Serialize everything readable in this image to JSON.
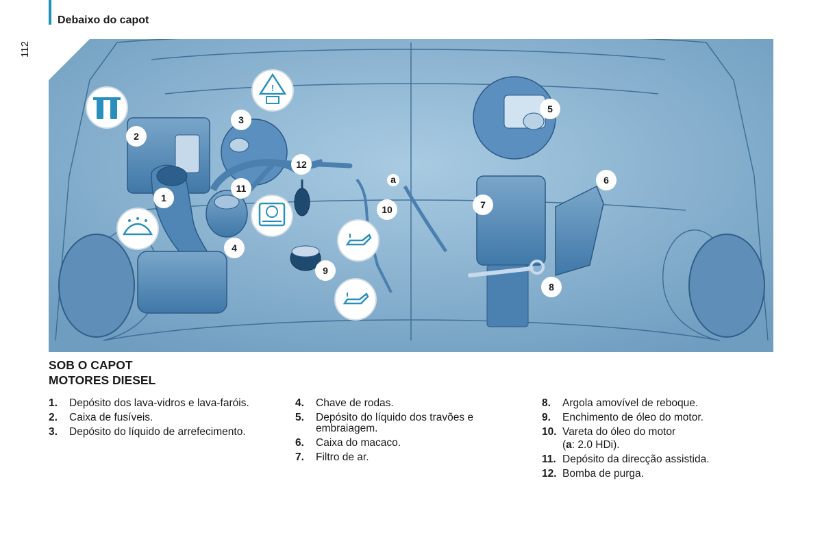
{
  "header": {
    "section_title": "Debaixo do capot",
    "page_number": "112"
  },
  "heading": {
    "line1": "SOB O CAPOT",
    "line2": "MOTORES DIESEL"
  },
  "callouts": {
    "c1": "1",
    "c2": "2",
    "c3": "3",
    "c4": "4",
    "c5": "5",
    "c6": "6",
    "c7": "7",
    "c8": "8",
    "c9": "9",
    "c10": "10",
    "c11": "11",
    "c12": "12",
    "ca": "a"
  },
  "legend": {
    "col1": [
      {
        "num": "1.",
        "text": "Depósito dos lava-vidros e lava-faróis."
      },
      {
        "num": "2.",
        "text": "Caixa de fusíveis."
      },
      {
        "num": "3.",
        "text": "Depósito do líquido de arrefecimento."
      }
    ],
    "col2": [
      {
        "num": "4.",
        "text": "Chave de rodas."
      },
      {
        "num": "5.",
        "text": "Depósito do líquido dos travões e embraiagem."
      },
      {
        "num": "6.",
        "text": "Caixa do macaco."
      },
      {
        "num": "7.",
        "text": "Filtro de ar."
      }
    ],
    "col3": [
      {
        "num": "8.",
        "text": "Argola amovível de reboque."
      },
      {
        "num": "9.",
        "text": "Enchimento de óleo do motor."
      },
      {
        "num": "10.",
        "text": "Vareta do óleo do motor"
      },
      {
        "num": "11.",
        "text": "Depósito da direcção assistida."
      },
      {
        "num": "12.",
        "text": "Bomba de purga."
      }
    ],
    "col3_sub": {
      "prefix": "(",
      "bold": "a",
      "suffix": ": 2.0 HDi)."
    }
  },
  "colors": {
    "accent": "#1d92b8",
    "figure_bg": "#8db6d4",
    "icon_stroke": "#2a8fbd"
  },
  "icons": [
    "washer-fluid-icon",
    "fuse-icon",
    "coolant-warning-icon",
    "power-steering-icon",
    "oil-can-icon"
  ]
}
